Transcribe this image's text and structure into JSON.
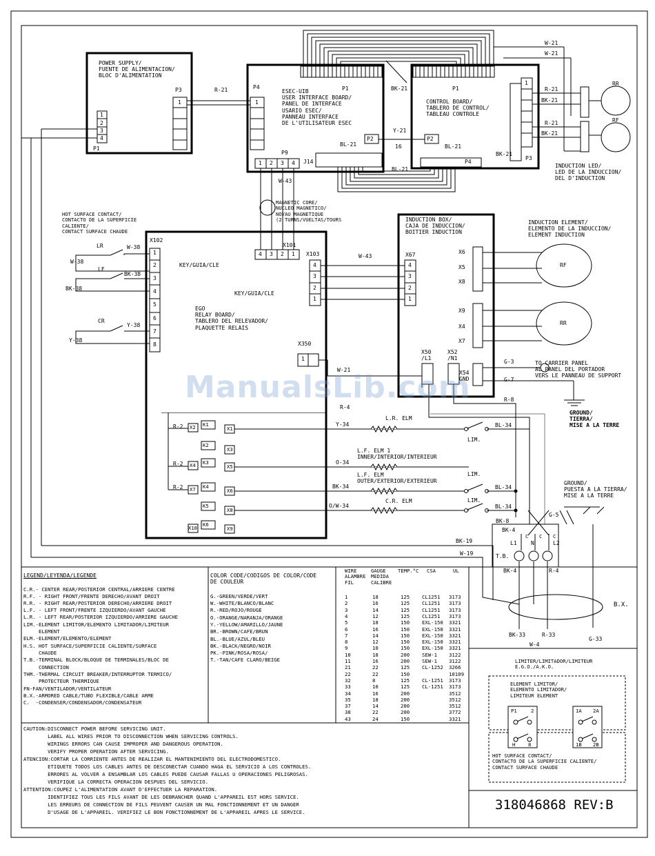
{
  "power_supply": {
    "title": "POWER SUPPLY/\nFUENTE DE ALIMENTACION/\nBLOC D'ALIMENTATION",
    "connector": "P1",
    "pins": [
      "1",
      "2",
      "3",
      "4"
    ],
    "plug": "P3",
    "plug_pin": "1"
  },
  "uib": {
    "title": "ESEC-UIB\nUSER INTERFACE BOARD/\nPANEL DE INTERFACE\nUSARIO ESEC/\nPANNEAU INTERFACE\nDE L'UTILISATEUR ESEC",
    "p4": "P4",
    "p4_pin": "1",
    "p1": "P1",
    "p2": "P2",
    "p9": "P9",
    "p9_pins": [
      "1",
      "2",
      "3",
      "4"
    ],
    "j14": "J14"
  },
  "control_board": {
    "title": "CONTROL BOARD/\nTABLERO DE CONTROL/\nTABLEAU CONTROLE",
    "p1": "P1",
    "p2": "P2",
    "p3": "P3",
    "p3_pin": "1",
    "p4": "P4"
  },
  "wire_labels": {
    "r21_a": "R-21",
    "w21_a": "W-21",
    "w21_b": "W-21",
    "bk21_a": "BK-21",
    "r21_b": "R-21",
    "bk21_b": "BK-21",
    "r21_c": "R-21",
    "bk21_c": "BK-21",
    "bk21_d": "BK-21",
    "y21": "Y-21",
    "n16": "16",
    "bl21_a": "BL-21",
    "bl21_b": "BL-21",
    "bl21_c": "BL-21",
    "w43_a": "W-43",
    "w43_b": "W-43",
    "w21_c": "W-21",
    "r4": "R-4",
    "r8": "R-8",
    "g3": "G-3",
    "g7": "G-7",
    "y34": "Y-34",
    "o34": "O-34",
    "bk34": "BK-34",
    "ow34": "O/W-34",
    "bl34_a": "BL-34",
    "bl34_b": "BL-34",
    "bl34_c": "BL-34",
    "bk8": "BK-8",
    "bk4_a": "BK-4",
    "g5": "G-5",
    "bk19": "BK-19",
    "w19": "W-19",
    "bk4_b": "BK-4",
    "r4_b": "R-4",
    "bk33": "BK-33",
    "r33": "R-33",
    "g33": "G-33",
    "w4": "W-4",
    "w38_a": "W-38",
    "w38_b": "W-38",
    "bk38_a": "BK-38",
    "bk38_b": "BK-38",
    "y38_a": "Y-38",
    "y38_b": "Y-38",
    "r2_a": "R-2",
    "r2_b": "R-2",
    "r2_c": "R-2",
    "x2": "X2",
    "x1": "X1",
    "x3": "X3",
    "x4": "X4",
    "x5": "X5",
    "x7": "X7",
    "x6": "X6",
    "x8": "X8",
    "x10": "X10",
    "x9": "X9",
    "k1": "K1",
    "k2": "K2",
    "k3": "K3",
    "k4": "K4",
    "k5": "K5",
    "k6": "K6"
  },
  "rr_led": "RR",
  "rf_led": "RF",
  "induction_led": "INDUCTION LED/\nLED DE LA INDUCCION/\nDEL D'INDUCTION",
  "magnetic_core": "MAGNETIC CORE/\nNUCLEO MAGNETICO/\nNOYAU MAGNETIQUE\n(2 TURNS/VUELTAS/TOURS",
  "hot_surface_contact": "HOT SURFACE CONTACT/\nCONTACTO DE LA SUPERFICIE\nCALIENTE/\nCONTACT SURFACE CHAUDE",
  "switches": {
    "lr": "LR",
    "lf": "LF",
    "cr": "CR"
  },
  "key_label_a": "KEY/GUIA/CLE",
  "key_label_b": "KEY/GUIA/CLE",
  "relay_board": {
    "title": "EGO\nRELAY BOARD/\nTABLERO DEL RELEVADOR/\nPLAQUETTE RELAIS",
    "x102": "X102",
    "x102_pins": [
      "1",
      "2",
      "3",
      "4",
      "5",
      "6",
      "7",
      "8"
    ],
    "x101": "X101",
    "x101_pins": [
      "4",
      "3",
      "2",
      "1"
    ],
    "x103": "X103",
    "x103_pins": [
      "4",
      "3",
      "2",
      "1"
    ],
    "x350": "X350",
    "x350_pin": "1"
  },
  "induction_box": {
    "title": "INDUCTION BOX/\nCAJA DE INDUCCION/\nBOITIER INDUCTION",
    "x67": "X67",
    "x67_pins": [
      "4",
      "3",
      "2",
      "1"
    ],
    "x6": "X6",
    "x5": "X5",
    "x8": "X8",
    "x9": "X9",
    "x4": "X4",
    "x7": "X7",
    "x50": "X50\n/L1",
    "x52": "X52\n/N1",
    "x54": "X54\nGND"
  },
  "induction_element": "INDUCTION ELEMENT/\nELEMENTO DE LA INDUCCION/\nELEMENT INDUCTION",
  "elem_rf": "RF",
  "elem_rr": "RR",
  "carrier_panel": "TO CARRIER PANEL\nAL PANEL DEL PORTADOR\nVERS LE PANNEAU DE SUPPORT",
  "ground_a": "GROUND/\nTIERRA/\nMISE A LA TERRE",
  "ground_b": "GROUND/\nPUESTA A LA TIERRA/\nMISE A LA TERRE",
  "elements": {
    "lr": "L.R. ELM",
    "lf1": "L.F. ELM 1\nINNER/INTERIOR/INTERIEUR",
    "lf2": "L.F. ELM\nOUTER/EXTERIOR/EXTERIEUR",
    "cr": "C.R. ELM"
  },
  "lim_a": "LIM.",
  "lim_b": "LIM.",
  "lim_c": "LIM.",
  "terminal_block": {
    "label": "T.B.",
    "l1": "L1",
    "n": "N",
    "l2": "L2",
    "c1": "C",
    "c2": "C",
    "c3": "C"
  },
  "bx": "B.X.",
  "legend": {
    "title": "LEGEND/LEYENDA/LEGENDE",
    "lines": [
      "C.R.- CENTER REAR/POSTERIOR CENTRAL/ARRIERE CENTRE",
      "R.F. - RIGHT FRONT/FRENTE DERECHO/AVANT DROIT",
      "R.R. - RIGHT REAR/POSTERIOR DERECHO/ARRIERE DROIT",
      "L.F. - LEFT FRONT/FRENTE IZQUIERDO/AVANT GAUCHE",
      "L.R. - LEFT REAR/POSTERIOR IZQUIERDO/ARRIERE GAUCHE",
      "LIM.-ELEMENT LIMITOR/ELEMENTO LIMITADOR/LIMITEUR",
      "     ELEMENT",
      "ELM.-ELEMENT/ELEMENTO/ELEMENT",
      "H.S. HOT SURFACE/SUPERFICIE CALIENTE/SURFACE",
      "     CHAUDE",
      "T.B.-TERMINAL BLOCK/BLOQUE DE TERMINALES/BLOC DE",
      "     CONNECTION",
      "THM.-THERMAL CIRCUIT BREAKER/INTERRUPTOR TERMICO/",
      "     PROTECTEUR THERMIQUE",
      "FN-FAN/VENTILADOR/VENTILATEUR",
      "B.X.-ARMORED CABLE/TUBO FLEXIBLE/CABLE ARME",
      "C.  -CONDENSER/CONDENSADOR/CONDENSATEUR"
    ]
  },
  "color_code": {
    "title": "COLOR CODE/CODIGOS DE COLOR/CODE\nDE COULEUR",
    "lines": [
      "G.-GREEN/VERDE/VERT",
      "W.-WHITE/BLANCO/BLANC",
      "R.-RED/ROJO/ROUGE",
      "O.-ORANGE/NARANJA/ORANGE",
      "Y.-YELLOW/AMARILLO/JAUNE",
      "BR.-BROWN/CAFE/BRUN",
      "BL.-BLUE/AZUL/BLEU",
      "BK.-BLACK/NEGRO/NOIR",
      "PK.-PINK/ROSA/ROSA/",
      "T.-TAN/CAFE CLARO/BEIGE"
    ]
  },
  "wire_table": {
    "headers": [
      "WIRE\nALAMBRE\nFIL",
      "GAUGE\nMEDIDA\nCALIBRE",
      "TEMP.°C",
      "CSA",
      "UL"
    ],
    "rows": [
      [
        "1",
        "18",
        "125",
        "CL1251",
        "3173"
      ],
      [
        "2",
        "16",
        "125",
        "CL1251",
        "3173"
      ],
      [
        "3",
        "14",
        "125",
        "CL1251",
        "3173"
      ],
      [
        "4",
        "12",
        "125",
        "CL1251",
        "3173"
      ],
      [
        "5",
        "18",
        "150",
        "EXL-150",
        "3321"
      ],
      [
        "6",
        "16",
        "150",
        "EXL-150",
        "3321"
      ],
      [
        "7",
        "14",
        "150",
        "EXL-150",
        "3321"
      ],
      [
        "8",
        "12",
        "150",
        "EXL-150",
        "3321"
      ],
      [
        "9",
        "10",
        "150",
        "EXL-150",
        "3321"
      ],
      [
        "10",
        "18",
        "200",
        "SEW-1",
        "3122"
      ],
      [
        "11",
        "16",
        "200",
        "SEW-1",
        "3122"
      ],
      [
        "21",
        "22",
        "125",
        "CL-1252",
        "3266"
      ],
      [
        "22",
        "22",
        "150",
        "",
        "10109"
      ],
      [
        "32",
        "8",
        "125",
        "CL-1251",
        "3173"
      ],
      [
        "33",
        "10",
        "125",
        "CL-1251",
        "3173"
      ],
      [
        "34",
        "16",
        "200",
        "",
        "3512"
      ],
      [
        "35",
        "18",
        "200",
        "",
        "3512"
      ],
      [
        "37",
        "14",
        "200",
        "",
        "3512"
      ],
      [
        "38",
        "22",
        "200",
        "",
        "3772"
      ],
      [
        "43",
        "24",
        "150",
        "",
        "3321"
      ]
    ]
  },
  "limiter_panel": {
    "title": "LIMITER/LIMITADOR/LIMITEUR\nE.G.O./A.K.O.",
    "element_limitor": "ELEMENT LIMITOR/\nELEMENTO LIMITADOR/\nLIMITEUR ELEMENT",
    "hot_surface": "HOT SURFACE CONTACT/\nCONTACTO DE LA SUPERFICIE CALIENTE/\nCONTACT SURFACE CHAUDE",
    "p1": "P1",
    "n2": "2",
    "h": "H",
    "n8": "8",
    "n1a": "1A",
    "n2a": "2A",
    "n1b": "1B",
    "n2b": "2B"
  },
  "caution": [
    "CAUTION:DISCONNECT POWER BEFORE SERVICING UNIT.",
    "        LABEL ALL WIRES PRIOR TO DISCONNECTION WHEN SERVICING CONTROLS.",
    "        WIRINGS ERRORS CAN CAUSE IMPROPER AND DANGEROUS OPERATION.",
    "        VERIFY PROPER OPERATION AFTER SERVICING.",
    "ATENCION:CORTAR LA CORRIENTE ANTES DE REALIZAR EL MANTENIMIENTO DEL ELECTRODOMESTICO.",
    "        ETIQUETE TODOS LOS CABLES ANTES DE DESCONECTAR CUANDO HAGA EL SERVICIO A LOS CONTROLES.",
    "        ERRORES AL VOLVER A ENSAMBLAR LOS CABLES PUEDE CAUSAR FALLAS U OPERACIONES PELIGROSAS.",
    "        VERIFIQUE LA CORRECTA OPERACION DESPUES DEL SERVICIO.",
    "ATTENTION:COUPEZ L'ALIMENTATION AVANT D'EFFECTUER LA REPARATION.",
    "        IDENTIFIEZ TOUS LES FILS AVANT DE LES DEBRANCHER QUAND L'APPAREIL EST HORS SERVICE.",
    "        LES ERREURS DE CONNECTION DE FILS PEUVENT CAUSER UN MAL FONCTIONNEMENT ET UN DANGER",
    "        D'USAGE DE L'APPAREIL. VERIFIEZ LE BON FONCTIONNEMENT DE L'APPAREIL APRES LE SERVICE."
  ],
  "doc_number": "318046868 REV:B",
  "watermark": "ManualsLib.com"
}
